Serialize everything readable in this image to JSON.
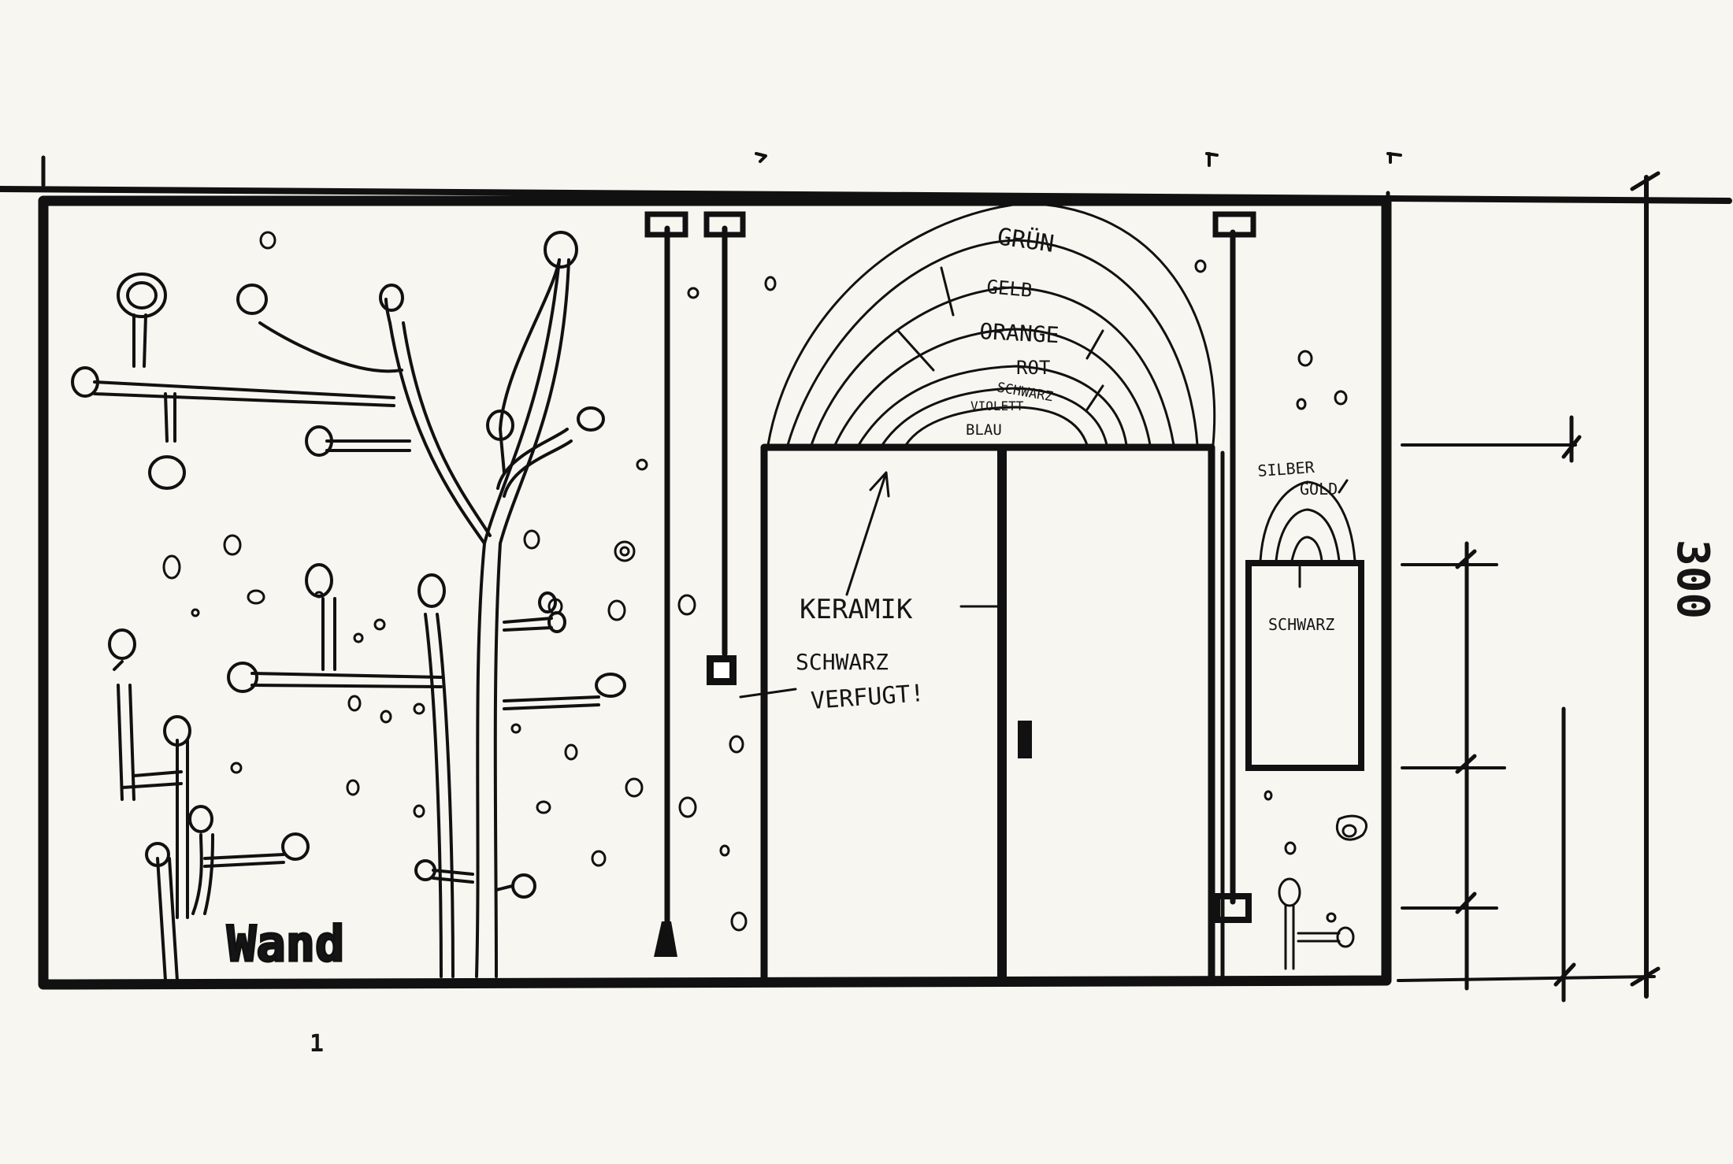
{
  "arch_labels": {
    "gruen": "GRÜN",
    "gelb": "GELB",
    "orange": "ORANGE",
    "rot": "ROT",
    "schwarz": "SCHWARZ",
    "violett": "VIOLETT",
    "blau": "BLAU"
  },
  "door_note": {
    "line1": "KERAMIK",
    "line2": "SCHWARZ",
    "line3": "VERFUGT!"
  },
  "niche": {
    "silber": "SILBER",
    "gold": "GOLD",
    "schwarz": "SCHWARZ"
  },
  "wall_label": "Wand",
  "dimension": "300",
  "page_mark": "1"
}
